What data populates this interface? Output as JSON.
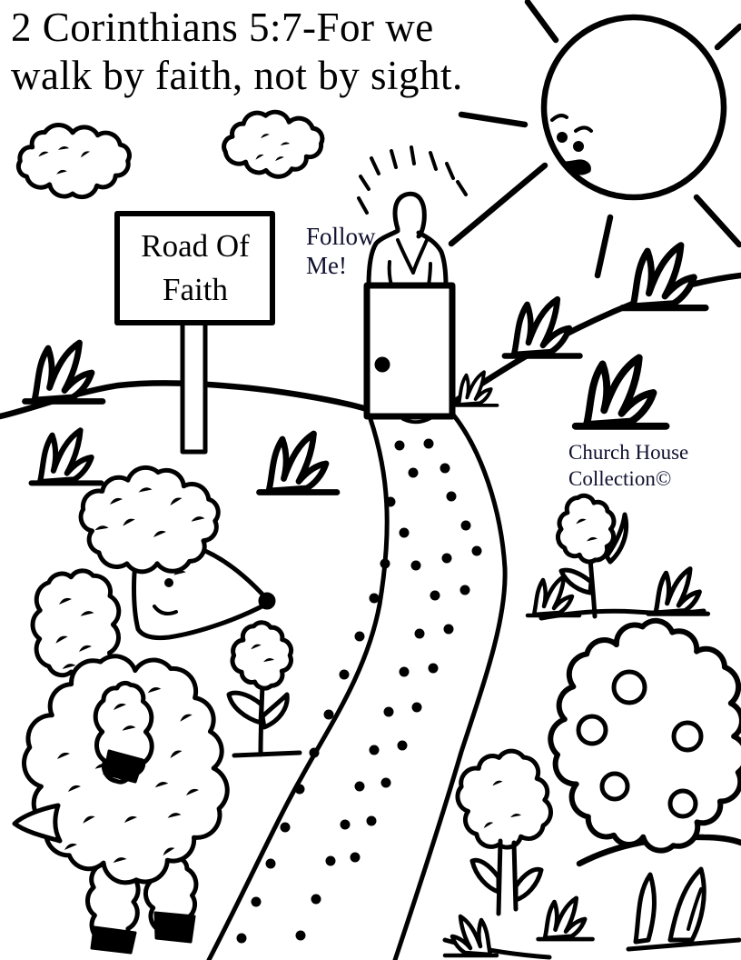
{
  "page": {
    "ink": "#000000",
    "background": "#ffffff"
  },
  "title": {
    "line1": "2 Corinthians 5:7-For we",
    "line2": "walk by faith, not by sight."
  },
  "sign": {
    "line1": "Road Of",
    "line2": "Faith"
  },
  "speech_bubble": {
    "line1": "Follow",
    "line2": "Me!"
  },
  "watermark": {
    "line1": "Church House",
    "line2": "Collection©"
  }
}
